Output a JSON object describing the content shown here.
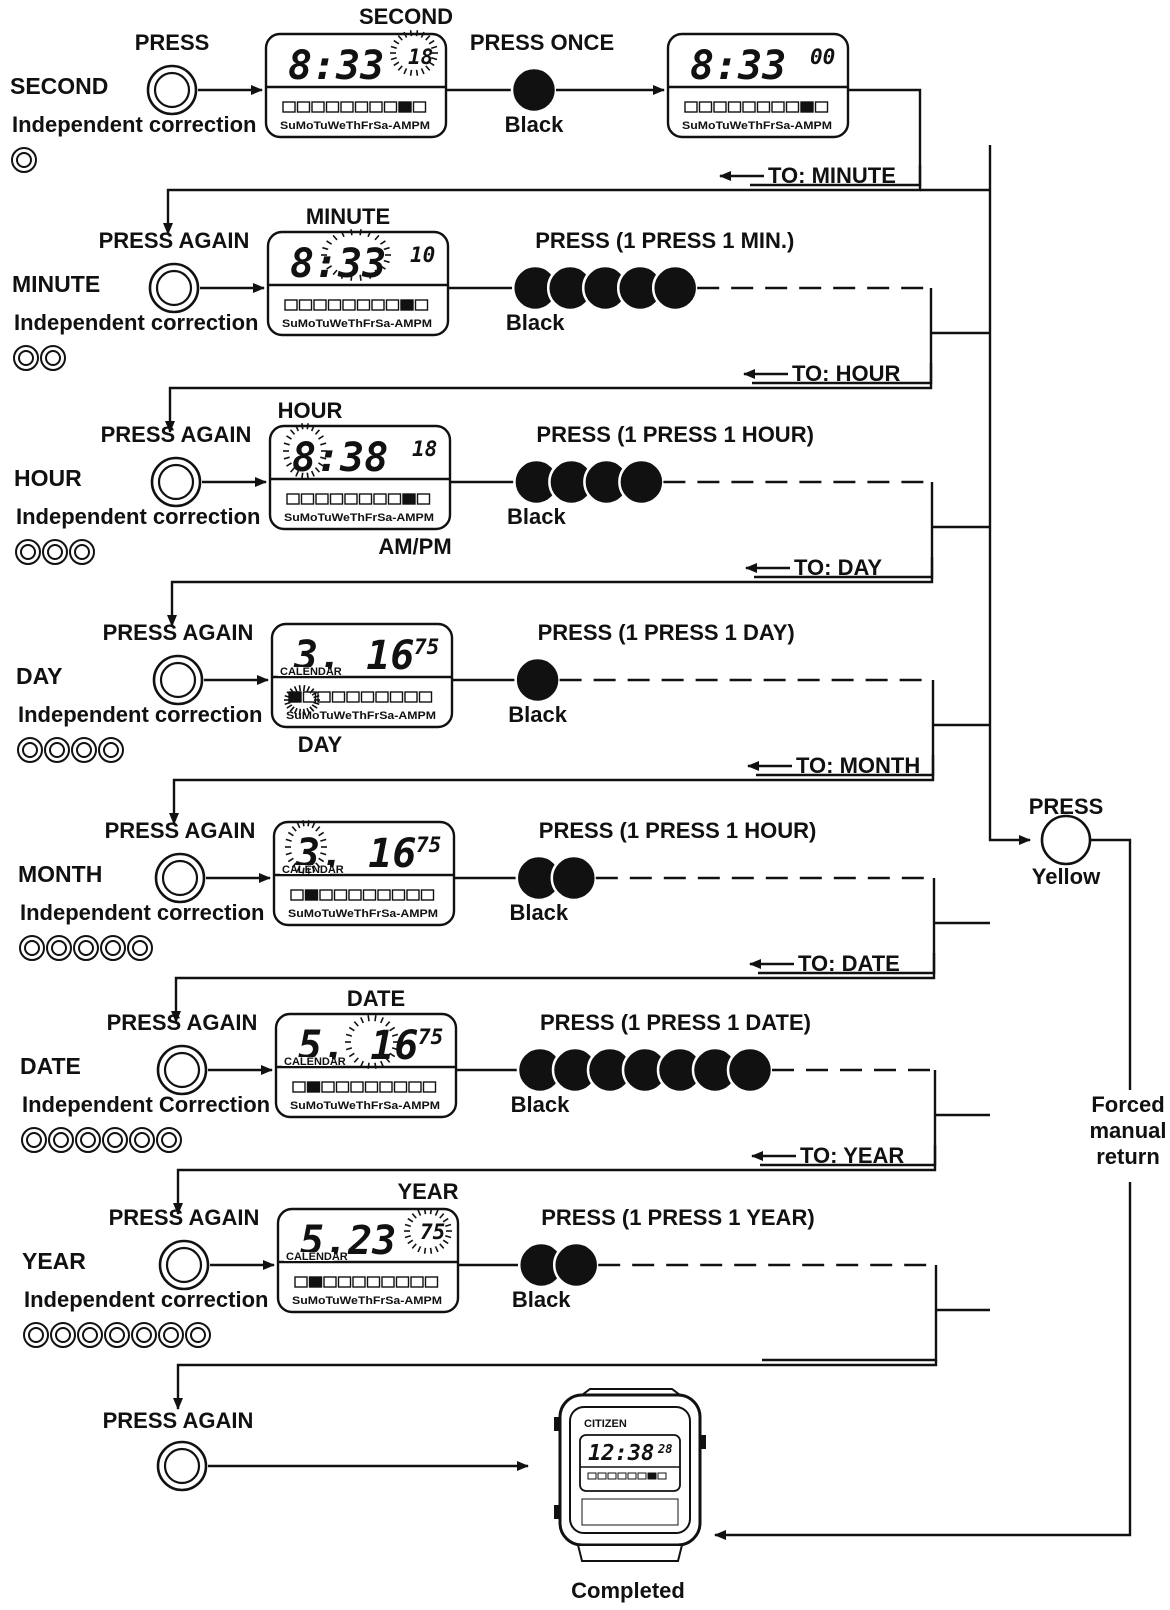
{
  "top_cut_label": "",
  "labels": {
    "second_target": "SECOND",
    "minute_target": "MINUTE",
    "hour_target": "HOUR",
    "ampm_target": "AM/PM",
    "day_target": "DAY",
    "date_target": "DATE",
    "year_target": "YEAR"
  },
  "day_strip": "SuMoTuWeThFrSa-AMPM",
  "calendar_tag": "CALENDAR",
  "steps": [
    {
      "name": "SECOND",
      "press_label": "PRESS",
      "correction": "Independent correction",
      "count": 1,
      "digits": "8:33",
      "small": "18",
      "action": "PRESS ONCE",
      "color": "Black",
      "presses": 1,
      "next": "TO: MINUTE",
      "result_digits": "8:33",
      "result_small": "00",
      "calendar": false
    },
    {
      "name": "MINUTE",
      "press_label": "PRESS AGAIN",
      "correction": "Independent correction",
      "count": 2,
      "digits": "8:33",
      "small": "10",
      "action": "PRESS (1 PRESS 1 MIN.)",
      "color": "Black",
      "presses": 5,
      "next": "TO: HOUR",
      "calendar": false
    },
    {
      "name": "HOUR",
      "press_label": "PRESS AGAIN",
      "correction": "Independent correction",
      "count": 3,
      "digits": "8:38",
      "small": "18",
      "action": "PRESS (1 PRESS 1 HOUR)",
      "color": "Black",
      "presses": 4,
      "next": "TO: DAY",
      "calendar": false
    },
    {
      "name": "DAY",
      "press_label": "PRESS AGAIN",
      "correction": "Independent correction",
      "count": 4,
      "digits": "3. 16",
      "small": "75",
      "action": "PRESS (1 PRESS 1 DAY)",
      "color": "Black",
      "presses": 1,
      "next": "TO: MONTH",
      "calendar": true
    },
    {
      "name": "MONTH",
      "press_label": "PRESS AGAIN",
      "correction": "Independent correction",
      "count": 5,
      "digits": "3. 16",
      "small": "75",
      "action": "PRESS (1 PRESS 1 HOUR)",
      "color": "Black",
      "presses": 2,
      "next": "TO: DATE",
      "calendar": true
    },
    {
      "name": "DATE",
      "press_label": "PRESS AGAIN",
      "correction": "Independent Correction",
      "count": 6,
      "digits": "5. 16",
      "small": "75",
      "action": "PRESS (1 PRESS 1 DATE)",
      "color": "Black",
      "presses": 7,
      "next": "TO: YEAR",
      "calendar": true
    },
    {
      "name": "YEAR",
      "press_label": "PRESS AGAIN",
      "correction": "Independent correction",
      "count": 7,
      "digits": "5.23",
      "small": "75",
      "action": "PRESS (1 PRESS 1 YEAR)",
      "color": "Black",
      "presses": 2,
      "next": "",
      "calendar": true
    }
  ],
  "final_press": "PRESS AGAIN",
  "yellow_button": {
    "label": "PRESS",
    "color": "Yellow"
  },
  "forced_return": [
    "Forced",
    "manual",
    "return"
  ],
  "watch": {
    "brand": "CITIZEN",
    "time": "12:38",
    "seconds": "28"
  },
  "completed": "Completed"
}
